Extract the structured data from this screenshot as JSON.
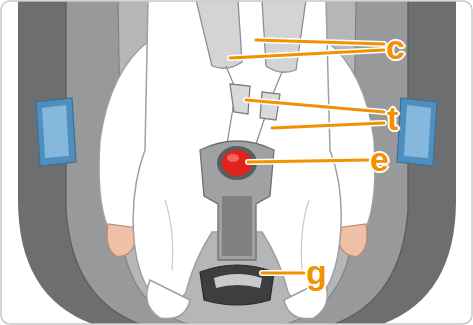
{
  "diagram": {
    "labels": [
      "c",
      "t",
      "e",
      "g"
    ]
  }
}
